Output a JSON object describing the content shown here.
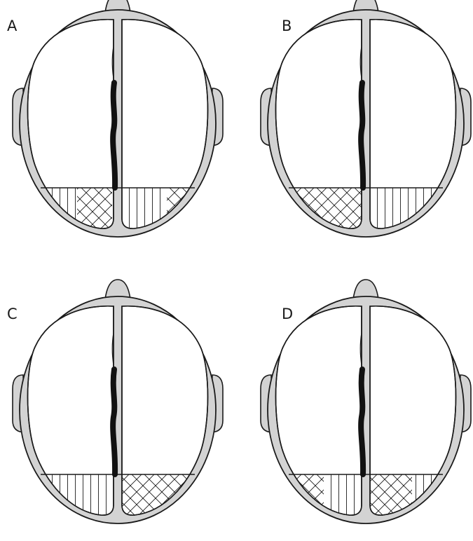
{
  "panels": [
    {
      "id": "A",
      "label": "A",
      "left": "vertical-hatch",
      "right": "vertical-hatch",
      "left_cross": true,
      "right_cross": true
    },
    {
      "id": "B",
      "label": "B",
      "left": "cross-hatch",
      "right": "vertical-hatch",
      "left_cross": false,
      "right_cross": false
    },
    {
      "id": "C",
      "label": "C",
      "left": "vertical-hatch",
      "right": "cross-hatch",
      "left_cross": false,
      "right_cross": false
    },
    {
      "id": "D",
      "label": "D",
      "left": "cross-hatch",
      "right": "cross-hatch",
      "left_cross": false,
      "right_cross": false,
      "mixed": true
    }
  ],
  "colors": {
    "skull": "#d3d3d3",
    "outline": "#1a1a1a",
    "fissure": "#111111",
    "background": "#ffffff"
  }
}
